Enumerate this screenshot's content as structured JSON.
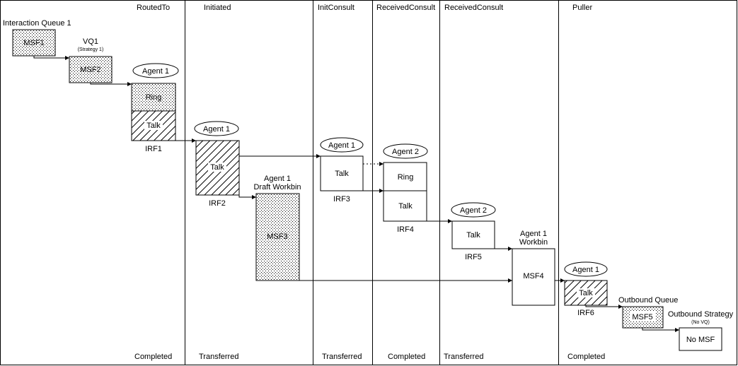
{
  "columns": [
    {
      "header": "RoutedTo",
      "footer": "Completed"
    },
    {
      "header": "Initiated",
      "footer": "Transferred"
    },
    {
      "header": "InitConsult",
      "footer": "Transferred"
    },
    {
      "header": "ReceivedConsult",
      "footer": "Completed"
    },
    {
      "header": "ReceivedConsult",
      "footer": "Transferred"
    },
    {
      "header": "Puller",
      "footer": "Completed"
    }
  ],
  "labels": {
    "interaction_queue": "Interaction Queue 1",
    "vq1": "VQ1",
    "vq1_strategy": "(Strategy 1)",
    "agent1": "Agent 1",
    "agent2": "Agent 2",
    "draft_workbin_line1": "Agent 1",
    "draft_workbin_line2": "Draft Workbin",
    "workbin_line1": "Agent 1",
    "workbin_line2": "Workbin",
    "outbound_queue": "Outbound Queue",
    "outbound_strategy": "Outbound Strategy",
    "no_vq": "(No VQ)"
  },
  "boxes": {
    "msf1": "MSF1",
    "msf2": "MSF2",
    "ring": "Ring",
    "talk": "Talk",
    "msf3": "MSF3",
    "msf4": "MSF4",
    "msf5": "MSF5",
    "no_msf": "No MSF"
  },
  "irf": {
    "irf1": "IRF1",
    "irf2": "IRF2",
    "irf3": "IRF3",
    "irf4": "IRF4",
    "irf5": "IRF5",
    "irf6": "IRF6"
  },
  "colors": {
    "line": "#000000",
    "background": "#ffffff"
  }
}
